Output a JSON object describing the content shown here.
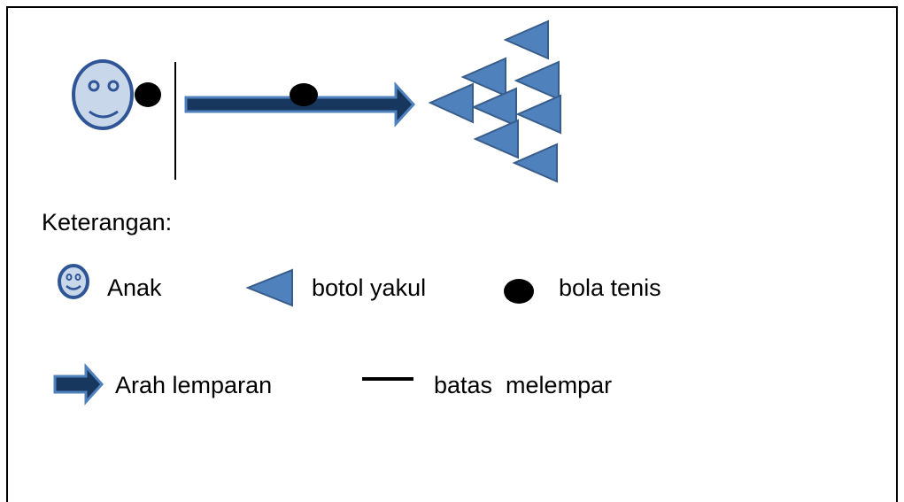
{
  "legend": {
    "title": "Keterangan:",
    "items": [
      {
        "icon": "smiley-face-icon",
        "label": "Anak"
      },
      {
        "icon": "triangle-icon",
        "label": "botol yakul"
      },
      {
        "icon": "black-ellipse-icon",
        "label": "bola tenis"
      },
      {
        "icon": "arrow-right-icon",
        "label": "Arah lemparan"
      },
      {
        "icon": "line-icon",
        "label": "batas  melempar"
      }
    ]
  },
  "colors": {
    "face": "#2f5597",
    "face_fill": "#c9d7ea",
    "triangle_fill": "#4f81bd",
    "triangle_stroke": "#385d8a",
    "arrow_fill": "#17375e",
    "arrow_stroke": "#4f81bd",
    "ball": "#000000"
  }
}
